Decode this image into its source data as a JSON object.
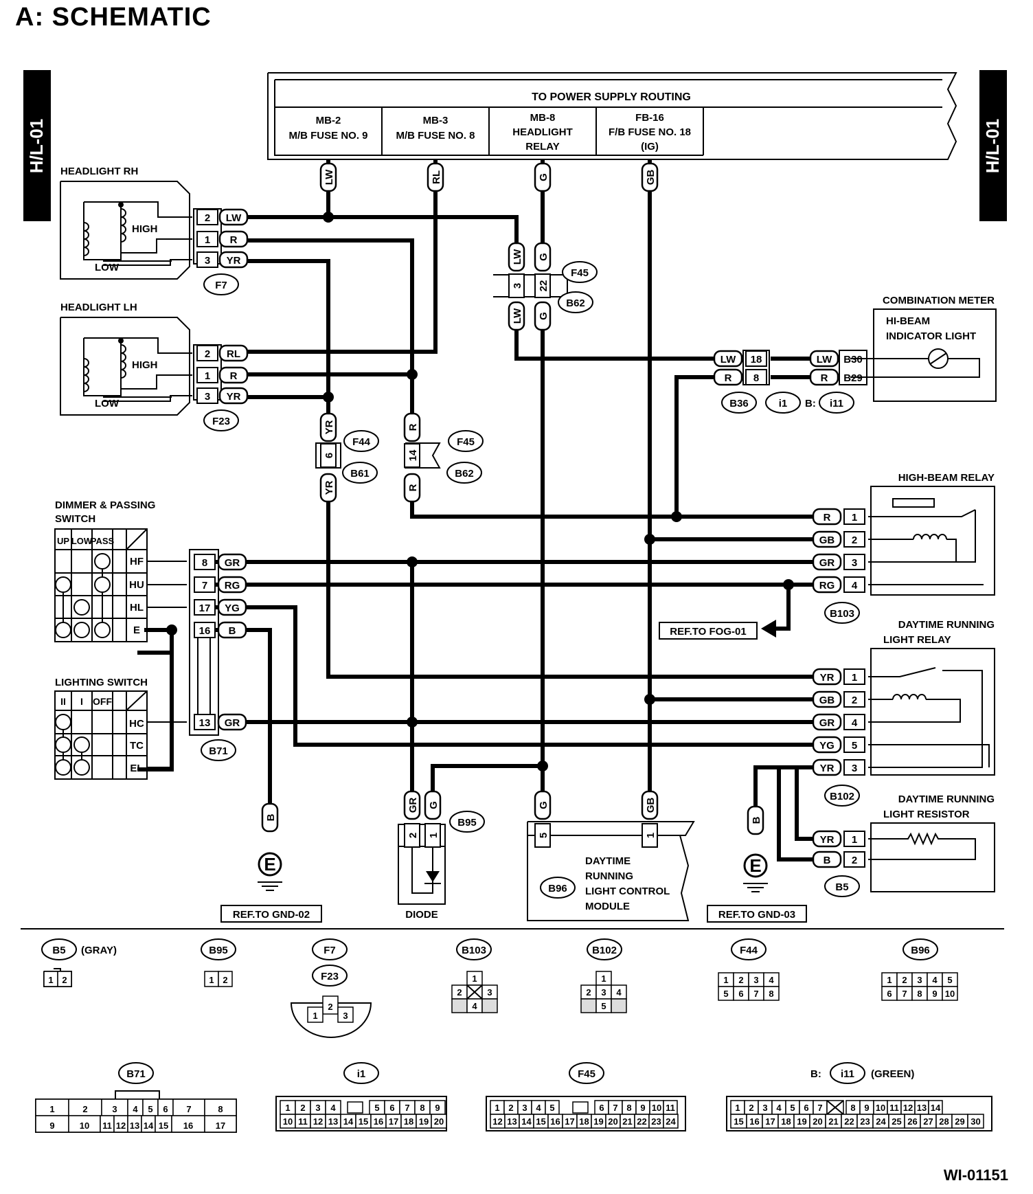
{
  "title": "A:  SCHEMATIC",
  "tab_label": "H/L-01",
  "doc_id": "WI-01151",
  "power_header": "TO POWER SUPPLY ROUTING",
  "fuses": [
    {
      "lines": [
        "MB-2",
        "M/B FUSE NO. 9"
      ]
    },
    {
      "lines": [
        "MB-3",
        "M/B FUSE NO. 8"
      ]
    },
    {
      "lines": [
        "MB-8",
        "HEADLIGHT",
        "RELAY"
      ]
    },
    {
      "lines": [
        "FB-16",
        "F/B FUSE NO. 18",
        "(IG)"
      ]
    }
  ],
  "components": {
    "headlight_rh": "HEADLIGHT RH",
    "headlight_lh": "HEADLIGHT LH",
    "high": "HIGH",
    "low": "LOW",
    "combination_meter": "COMBINATION METER",
    "hibeam_indicator": [
      "HI-BEAM",
      "INDICATOR LIGHT"
    ],
    "high_beam_relay": "HIGH-BEAM RELAY",
    "drl_relay": [
      "DAYTIME RUNNING",
      "LIGHT RELAY"
    ],
    "drl_resistor": [
      "DAYTIME RUNNING",
      "LIGHT RESISTOR"
    ],
    "dimmer_switch": [
      "DIMMER & PASSING",
      "SWITCH"
    ],
    "lighting_switch": "LIGHTING SWITCH",
    "drl_module": [
      "DAYTIME",
      "RUNNING",
      "LIGHT CONTROL",
      "MODULE"
    ],
    "diode": "DIODE",
    "ground": "E",
    "b_prefix": "B:"
  },
  "refs": {
    "fog": "REF.TO FOG-01",
    "gnd02": "REF.TO GND-02",
    "gnd03": "REF.TO GND-03"
  },
  "dimmer_headers": [
    "UP",
    "LOW",
    "PASS"
  ],
  "dimmer_rows": [
    "HF",
    "HU",
    "HL",
    "E"
  ],
  "lighting_headers": [
    "II",
    "I",
    "OFF"
  ],
  "lighting_rows": [
    "HC",
    "TC",
    "EL"
  ],
  "connector_ids": [
    "F7",
    "F23",
    "F44",
    "B61",
    "F45",
    "B62",
    "B36",
    "i1",
    "i11",
    "B103",
    "B102",
    "B5",
    "B71",
    "B95",
    "B96"
  ],
  "legend": [
    {
      "id": "B5",
      "note": "(GRAY)",
      "pins": [
        "1",
        "2"
      ]
    },
    {
      "id": "B95",
      "pins": [
        "1",
        "2"
      ]
    },
    {
      "id": "F7",
      "id2": "F23",
      "pins": [
        "1",
        "2",
        "3"
      ]
    },
    {
      "id": "B103",
      "pins": [
        "1",
        "2",
        "3",
        "4"
      ]
    },
    {
      "id": "B102",
      "pins": [
        "1",
        "2",
        "3",
        "4",
        "5"
      ]
    },
    {
      "id": "F44",
      "pins": [
        "1",
        "2",
        "3",
        "4",
        "5",
        "6",
        "7",
        "8"
      ]
    },
    {
      "id": "B96",
      "pins": [
        "1",
        "2",
        "3",
        "4",
        "5",
        "6",
        "7",
        "8",
        "9",
        "10"
      ]
    },
    {
      "id": "B71",
      "pins": [
        "1",
        "2",
        "3",
        "4",
        "5",
        "6",
        "7",
        "8",
        "9",
        "10",
        "11",
        "12",
        "13",
        "14",
        "15",
        "16",
        "17"
      ]
    },
    {
      "id": "i1",
      "pins": [
        "1",
        "2",
        "3",
        "4",
        "5",
        "6",
        "7",
        "8",
        "9",
        "10",
        "11",
        "12",
        "13",
        "14",
        "15",
        "16",
        "17",
        "18",
        "19",
        "20"
      ]
    },
    {
      "id": "F45",
      "pins": [
        "1",
        "2",
        "3",
        "4",
        "5",
        "6",
        "7",
        "8",
        "9",
        "10",
        "11",
        "12",
        "13",
        "14",
        "15",
        "16",
        "17",
        "18",
        "19",
        "20",
        "21",
        "22",
        "23",
        "24"
      ]
    },
    {
      "id": "i11",
      "prefix": "B:",
      "note": "(GREEN)",
      "pins": [
        "1",
        "2",
        "3",
        "4",
        "5",
        "6",
        "7",
        "8",
        "9",
        "10",
        "11",
        "12",
        "13",
        "14",
        "15",
        "16",
        "17",
        "18",
        "19",
        "20",
        "21",
        "22",
        "23",
        "24",
        "25",
        "26",
        "27",
        "28",
        "29",
        "30"
      ]
    }
  ]
}
